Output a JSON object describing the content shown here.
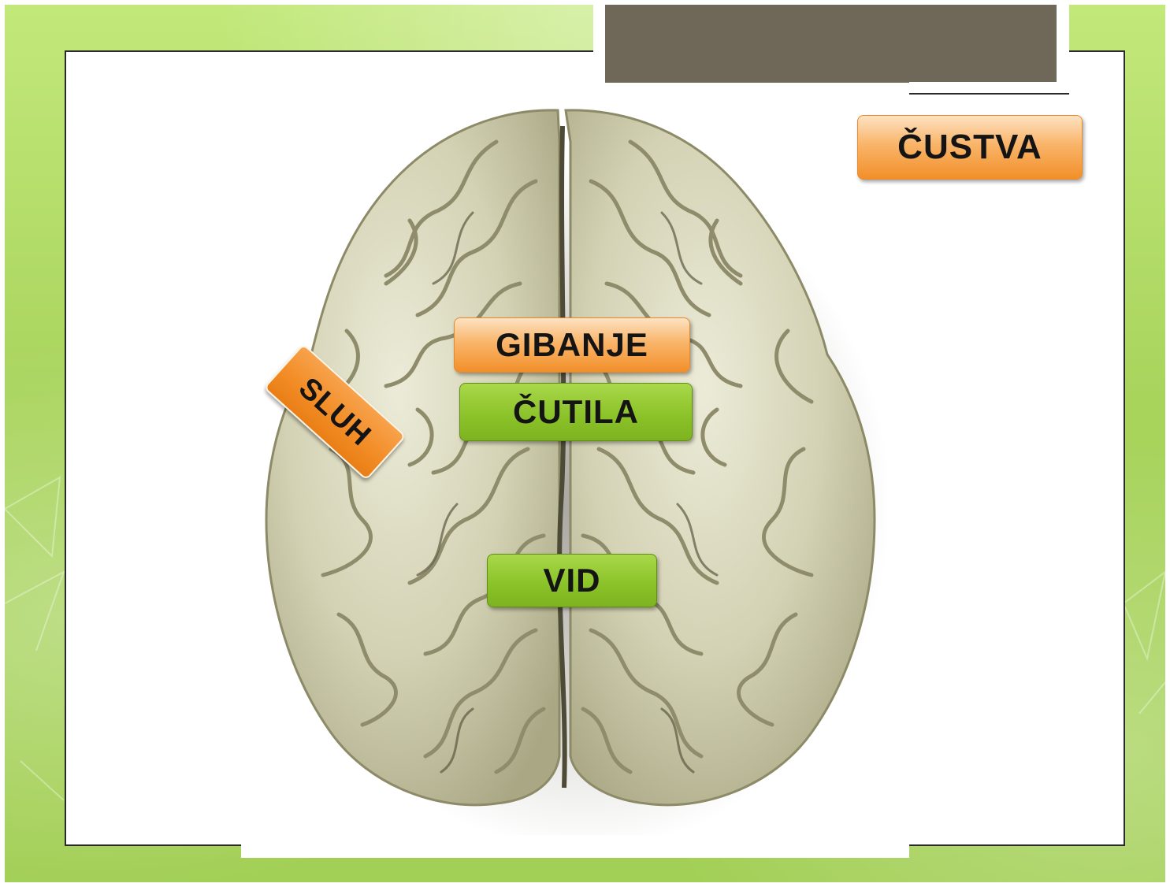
{
  "colors": {
    "backdrop": "#a8d45c",
    "panel": "#ffffff",
    "title_box": "#6f6758",
    "orange_label": "#f28f2a",
    "green_label": "#8cc32a",
    "brain": "#c9c8a8"
  },
  "icons": {
    "brain": "brain-illustration"
  },
  "labels": {
    "custva": "ČUSTVA",
    "gibanje": "GIBANJE",
    "cutila": "ČUTILA",
    "sluh": "SLUH",
    "vid": "VID"
  }
}
